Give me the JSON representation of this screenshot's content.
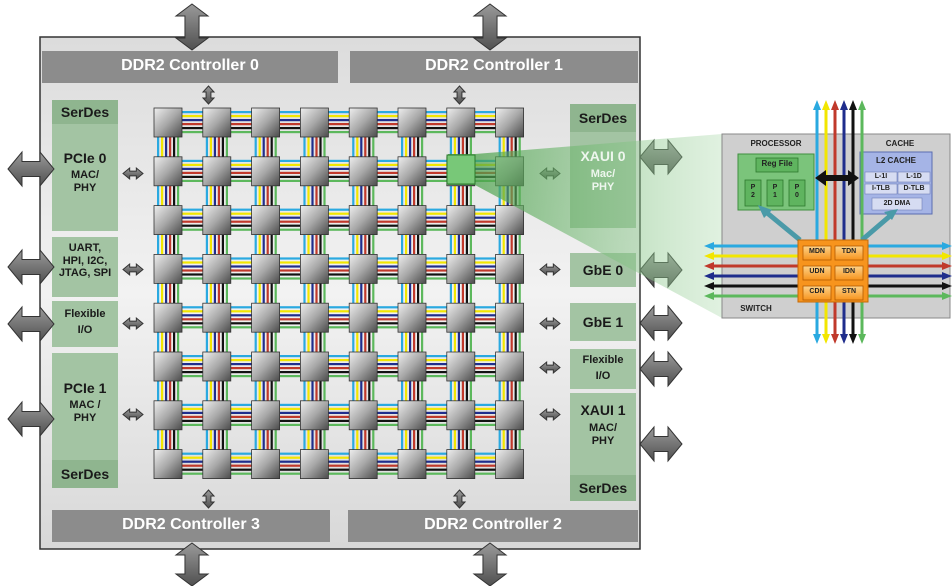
{
  "controllers": {
    "top_left": "DDR2 Controller 0",
    "top_right": "DDR2 Controller 1",
    "bottom_left": "DDR2 Controller 3",
    "bottom_right": "DDR2 Controller 2"
  },
  "left_blocks": {
    "serdes_top": "SerDes",
    "pcie0": [
      "PCIe 0",
      "MAC/",
      "PHY"
    ],
    "uart": [
      "UART,",
      "HPI, I2C,",
      "JTAG, SPI"
    ],
    "flexible": [
      "Flexible",
      "I/O"
    ],
    "pcie1": [
      "PCIe 1",
      "MAC /",
      "PHY"
    ],
    "serdes_bottom": "SerDes"
  },
  "right_blocks": {
    "serdes_top": "SerDes",
    "xaui0": [
      "XAUI 0",
      "Mac/",
      "PHY"
    ],
    "gbe0": "GbE 0",
    "gbe1": "GbE 1",
    "flexible": [
      "Flexible",
      "I/O"
    ],
    "xaui1": [
      "XAUI 1",
      "MAC/",
      "PHY"
    ],
    "serdes_bottom": "SerDes"
  },
  "tile": {
    "processor": "PROCESSOR",
    "cache": "CACHE",
    "reg_file": "Reg File",
    "pipelines": [
      [
        "P",
        "2"
      ],
      [
        "P",
        "1"
      ],
      [
        "P",
        "0"
      ]
    ],
    "l2_cache": "L2 CACHE",
    "l1i": "L-1I",
    "l1d": "L-1D",
    "itlb": "I-TLB",
    "dtlb": "D-TLB",
    "dma": "2D DMA",
    "switch": "SWITCH",
    "networks": [
      "MDN",
      "TDN",
      "UDN",
      "IDN",
      "CDN",
      "STN"
    ]
  },
  "colors": {
    "chip_bg": "#e6e6e6",
    "controller": "#8c8c8c",
    "serdes_green": "#8fb58f",
    "tile_green": "#7bc47b",
    "switch_orange": "#f7941d",
    "cache_blue": "#a5b4e6"
  }
}
